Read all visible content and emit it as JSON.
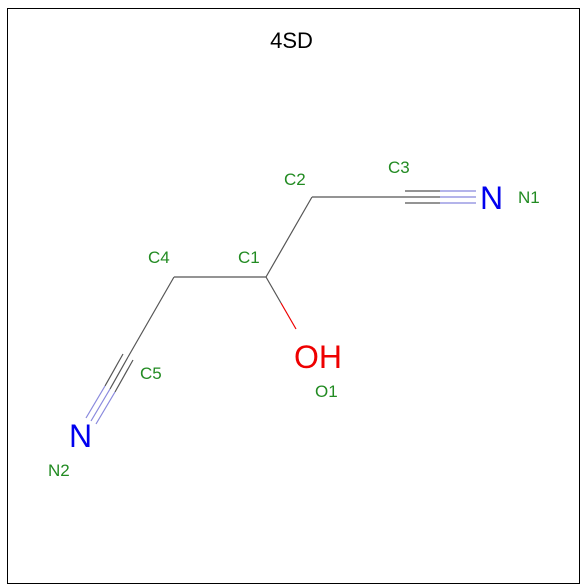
{
  "title": "4SD",
  "colors": {
    "bond": "#555555",
    "nitrogen": "#0000ee",
    "oxygen": "#ee0000",
    "label": "#228b22",
    "triple_bond": "#8888dd"
  },
  "elements": {
    "n1": "N",
    "n2": "N",
    "oh": "OH"
  },
  "labels": {
    "c1": "C1",
    "c2": "C2",
    "c3": "C3",
    "c4": "C4",
    "c5": "C5",
    "n1": "N1",
    "n2": "N2",
    "o1": "O1"
  }
}
